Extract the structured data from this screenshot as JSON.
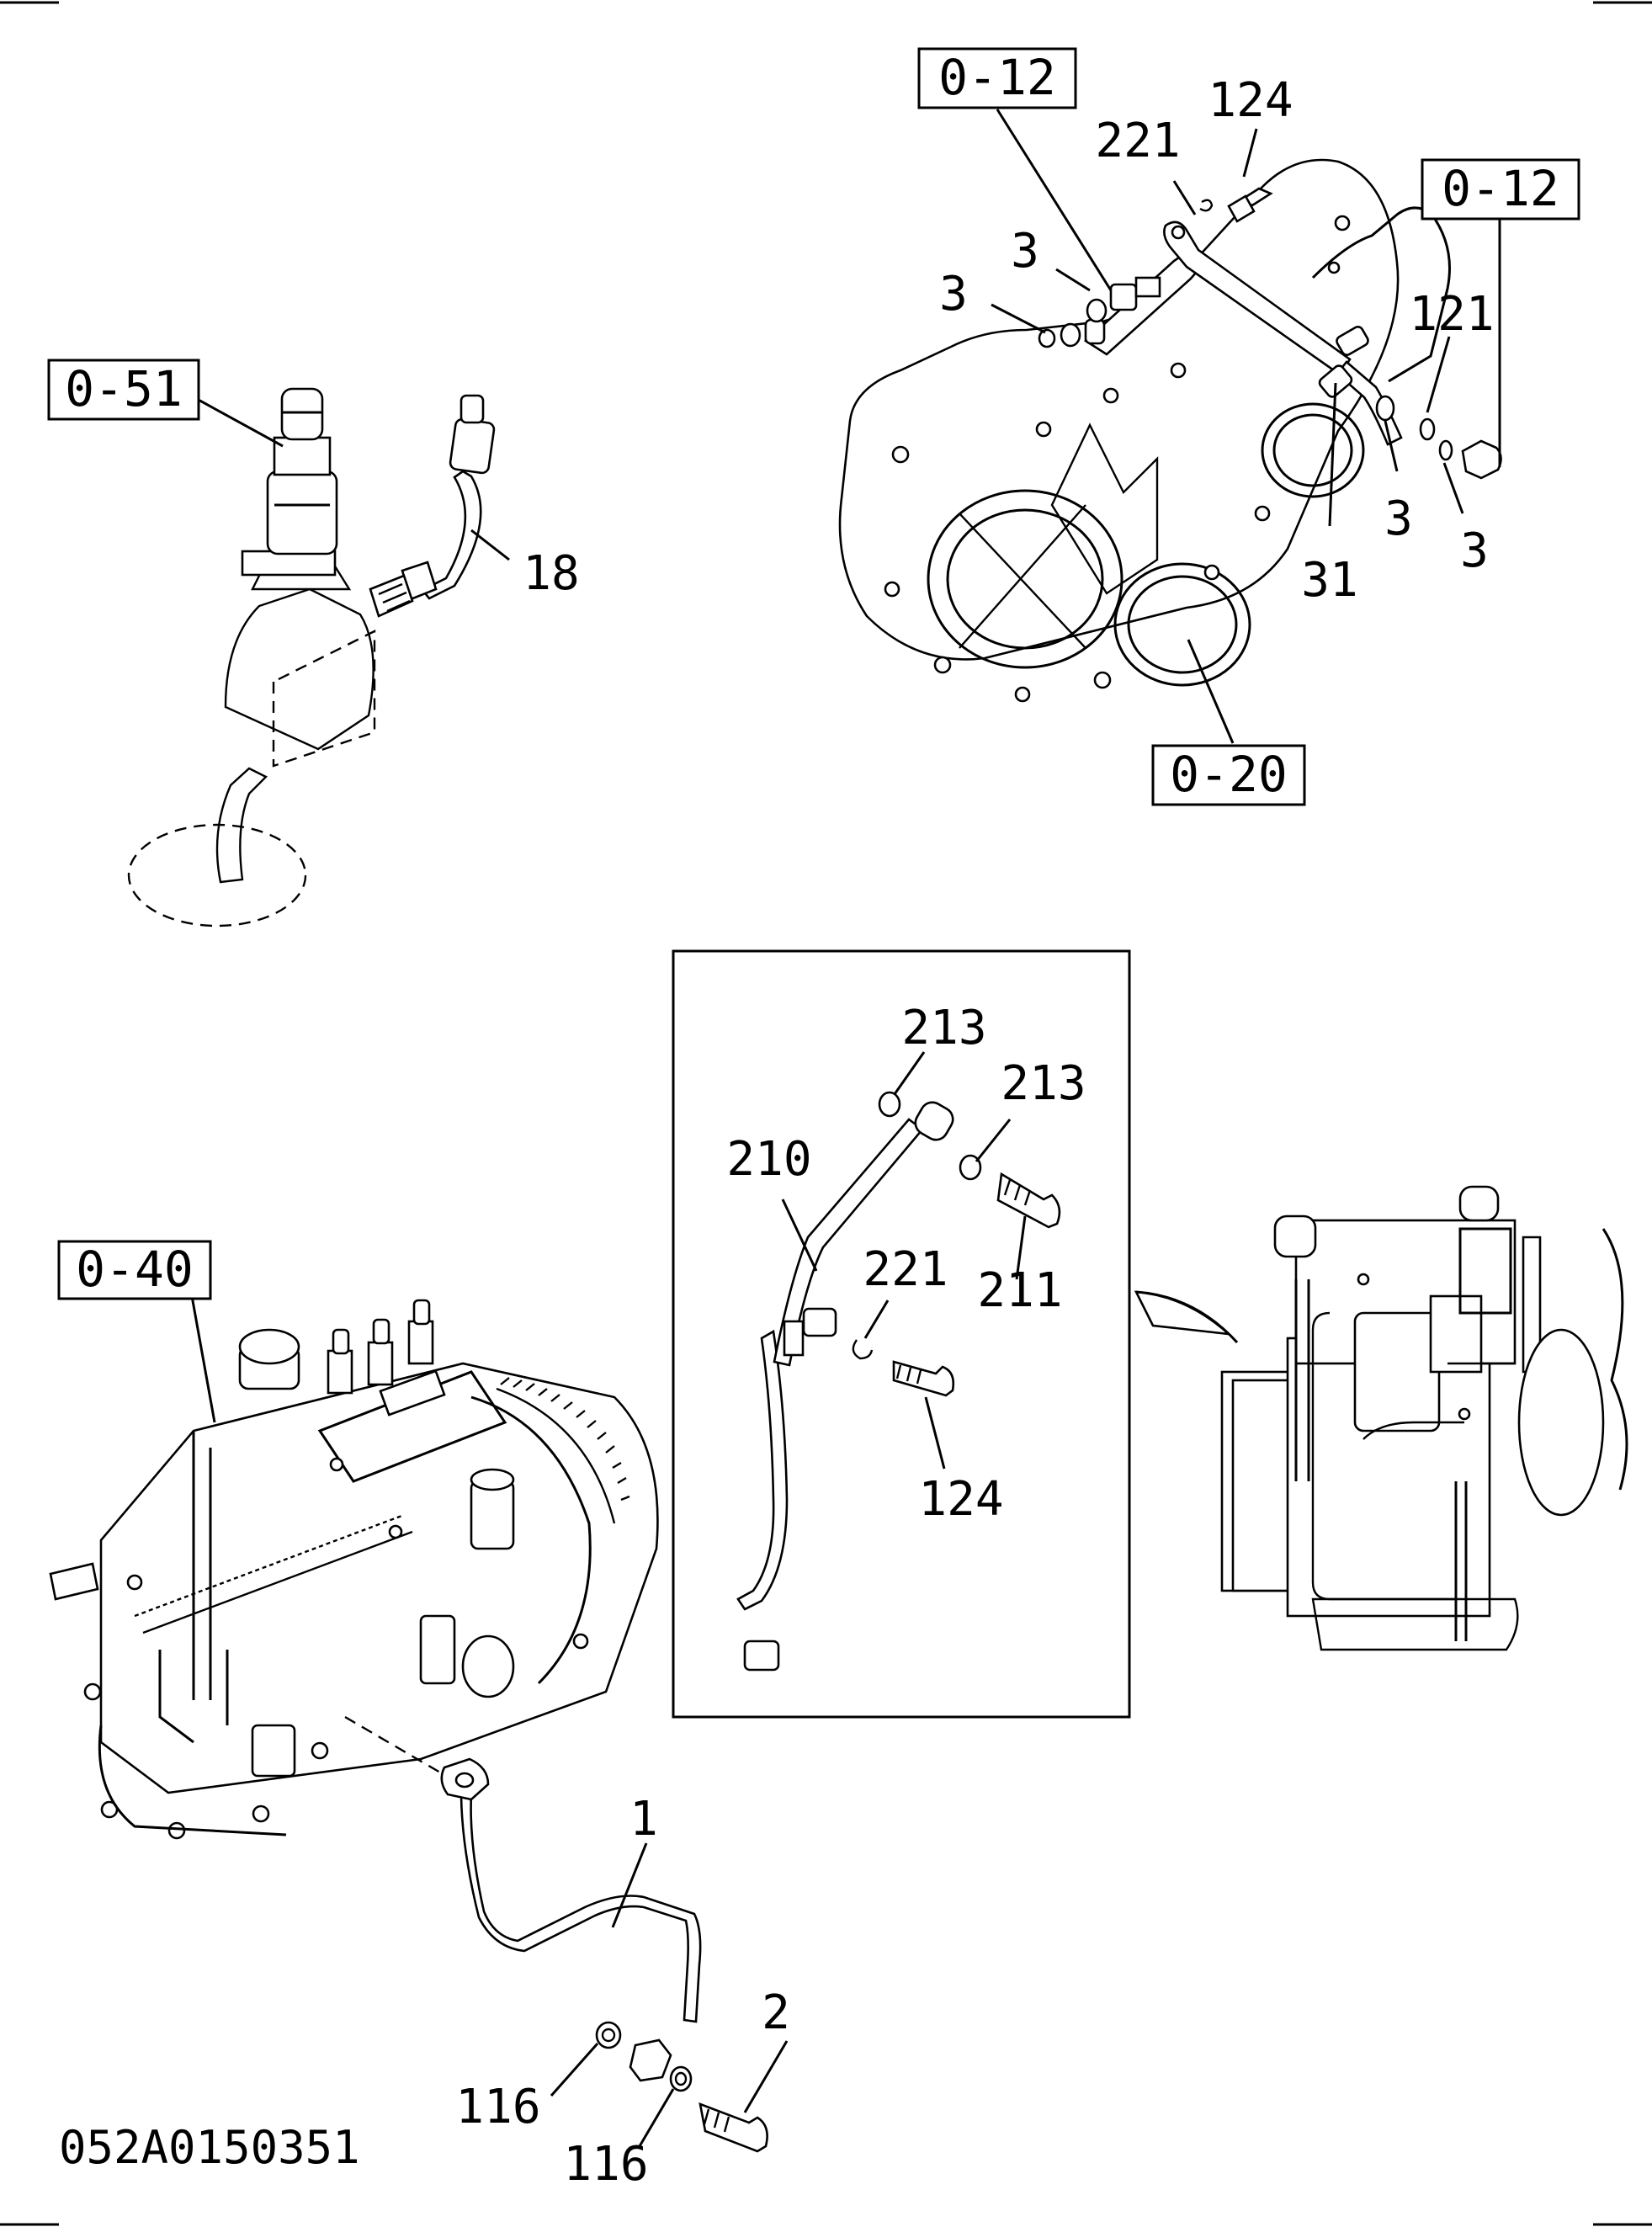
{
  "figure_code": "052A0150351",
  "reference_boxes": {
    "top_left_pump": "0-51",
    "upper_bracket": "0-12",
    "upper_right": "0-12",
    "timing_case": "0-20",
    "injection_pump": "0-40"
  },
  "part_labels": {
    "p124_top": "124",
    "p221_top": "221",
    "p3_a": "3",
    "p3_b": "3",
    "p121": "121",
    "p3_c": "3",
    "p3_d": "3",
    "p31": "31",
    "p18": "18",
    "p213_a": "213",
    "p213_b": "213",
    "p210": "210",
    "p211": "211",
    "p221_inset": "221",
    "p124_inset": "124",
    "p1": "1",
    "p2": "2",
    "p116_a": "116",
    "p116_b": "116"
  }
}
